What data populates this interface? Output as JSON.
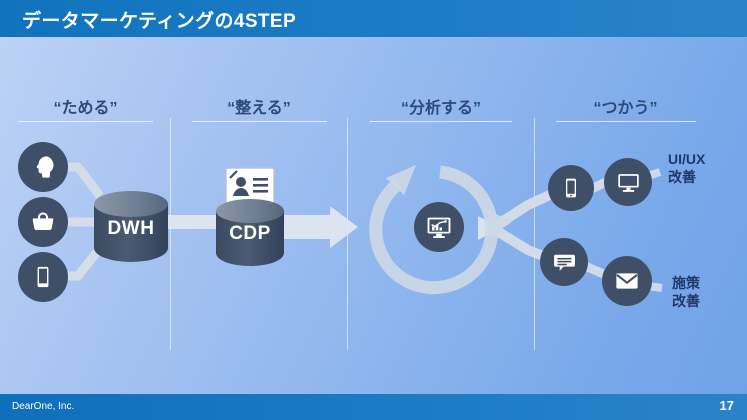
{
  "slide": {
    "title": "データマーケティングの4STEP",
    "background_top_color": "#bed3f5",
    "background_bottom_color": "#6fa2e8",
    "accent_color": "#1a7ac4",
    "node_color": "#3f4f67",
    "connector_color": "#d6dde6"
  },
  "steps": [
    {
      "label": "“ためる”"
    },
    {
      "label": "“整える”"
    },
    {
      "label": "“分析する”"
    },
    {
      "label": "“つかう”"
    }
  ],
  "sources": [
    {
      "icon": "person-head-icon",
      "name": "source-person"
    },
    {
      "icon": "shopping-basket-icon",
      "name": "source-purchase"
    },
    {
      "icon": "smartphone-icon",
      "name": "source-mobile"
    }
  ],
  "stores": [
    {
      "label": "DWH",
      "name": "dwh-cylinder"
    },
    {
      "label": "CDP",
      "name": "cdp-cylinder"
    }
  ],
  "cdp_badge": {
    "icon": "id-card-icon"
  },
  "analysis": {
    "icon": "monitor-chart-icon",
    "cycle_icon": "circular-arrow-icon"
  },
  "channels": [
    {
      "icon": "smartphone-icon",
      "name": "channel-mobile"
    },
    {
      "icon": "desktop-monitor-icon",
      "name": "channel-desktop"
    },
    {
      "icon": "speech-bubble-icon",
      "name": "channel-message"
    },
    {
      "icon": "envelope-icon",
      "name": "channel-email"
    }
  ],
  "outcomes": [
    {
      "line1": "UI/UX",
      "line2": "改善"
    },
    {
      "line1": "施策",
      "line2": "改善"
    }
  ],
  "footer": {
    "company": "DearOne, Inc.",
    "page_number": "17"
  }
}
